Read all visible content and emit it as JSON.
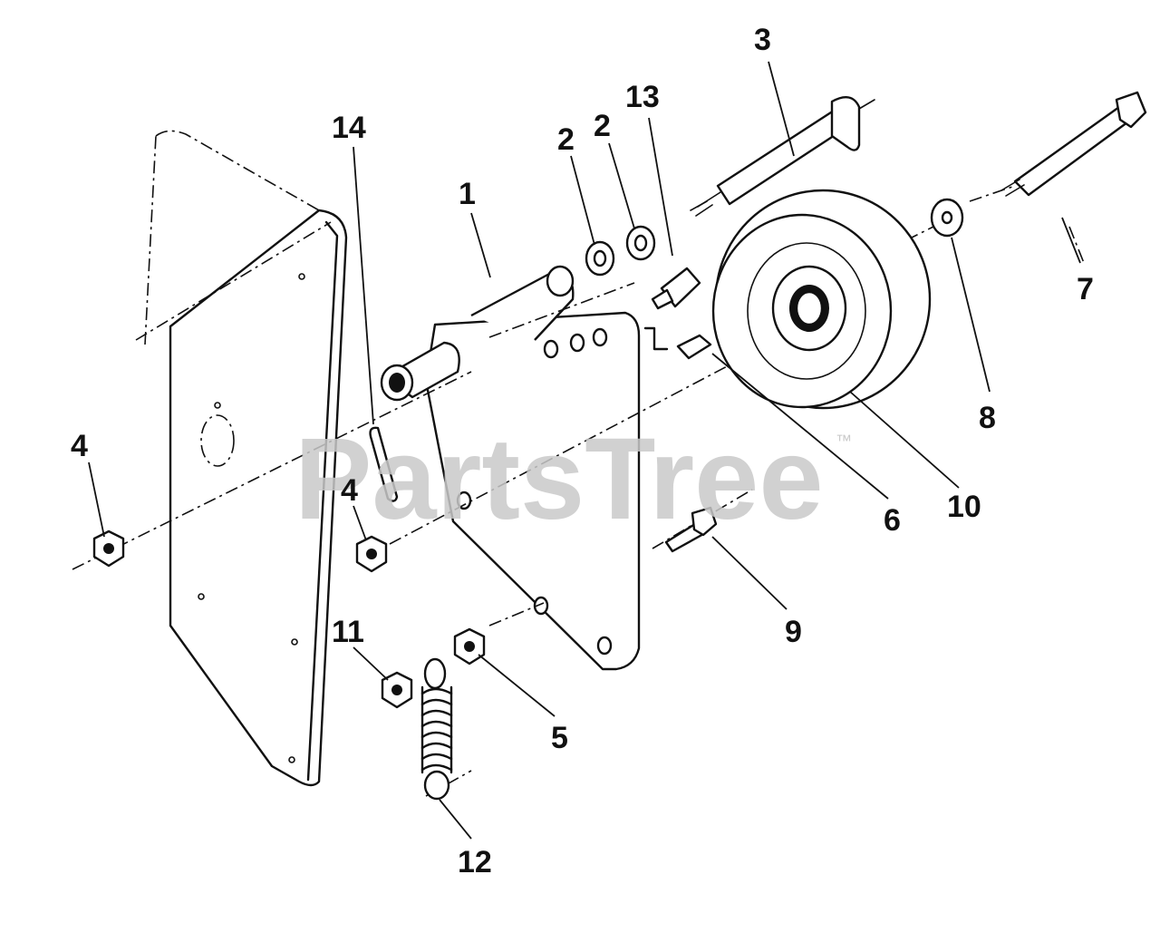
{
  "watermark": {
    "text": "PartsTree",
    "trademark": "™"
  },
  "callouts": [
    {
      "id": "1",
      "label": "1"
    },
    {
      "id": "2a",
      "label": "2"
    },
    {
      "id": "2b",
      "label": "2"
    },
    {
      "id": "3",
      "label": "3"
    },
    {
      "id": "4a",
      "label": "4"
    },
    {
      "id": "4b",
      "label": "4"
    },
    {
      "id": "5",
      "label": "5"
    },
    {
      "id": "6",
      "label": "6"
    },
    {
      "id": "7",
      "label": "7"
    },
    {
      "id": "8",
      "label": "8"
    },
    {
      "id": "9",
      "label": "9"
    },
    {
      "id": "10",
      "label": "10"
    },
    {
      "id": "11",
      "label": "11"
    },
    {
      "id": "12",
      "label": "12"
    },
    {
      "id": "13",
      "label": "13"
    },
    {
      "id": "14",
      "label": "14"
    }
  ]
}
